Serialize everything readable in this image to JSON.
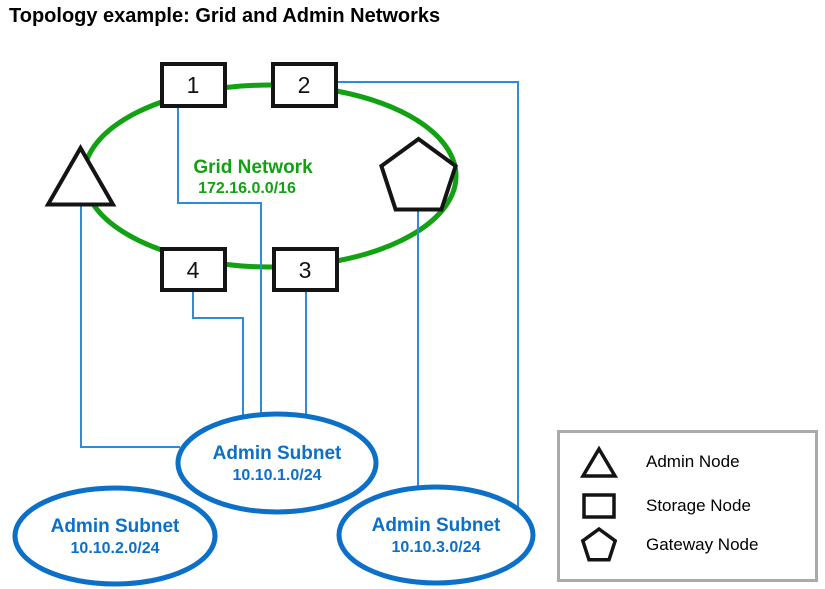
{
  "title": "Topology example: Grid and Admin Networks",
  "grid_network": {
    "label": "Grid Network",
    "cidr": "172.16.0.0/16"
  },
  "storage_nodes": [
    {
      "id": "1"
    },
    {
      "id": "2"
    },
    {
      "id": "3"
    },
    {
      "id": "4"
    }
  ],
  "admin_subnets": [
    {
      "label": "Admin Subnet",
      "cidr": "10.10.1.0/24"
    },
    {
      "label": "Admin Subnet",
      "cidr": "10.10.2.0/24"
    },
    {
      "label": "Admin Subnet",
      "cidr": "10.10.3.0/24"
    }
  ],
  "legend": {
    "items": [
      {
        "icon": "triangle-icon",
        "label": "Admin Node"
      },
      {
        "icon": "rectangle-icon",
        "label": "Storage Node"
      },
      {
        "icon": "pentagon-icon",
        "label": "Gateway Node"
      }
    ]
  },
  "colors": {
    "grid_green": "#12A112",
    "subnet_blue": "#0C70C9",
    "connector_blue": "#2E8BD5",
    "shape_black": "#141414",
    "legend_border": "#A9AAB0"
  }
}
